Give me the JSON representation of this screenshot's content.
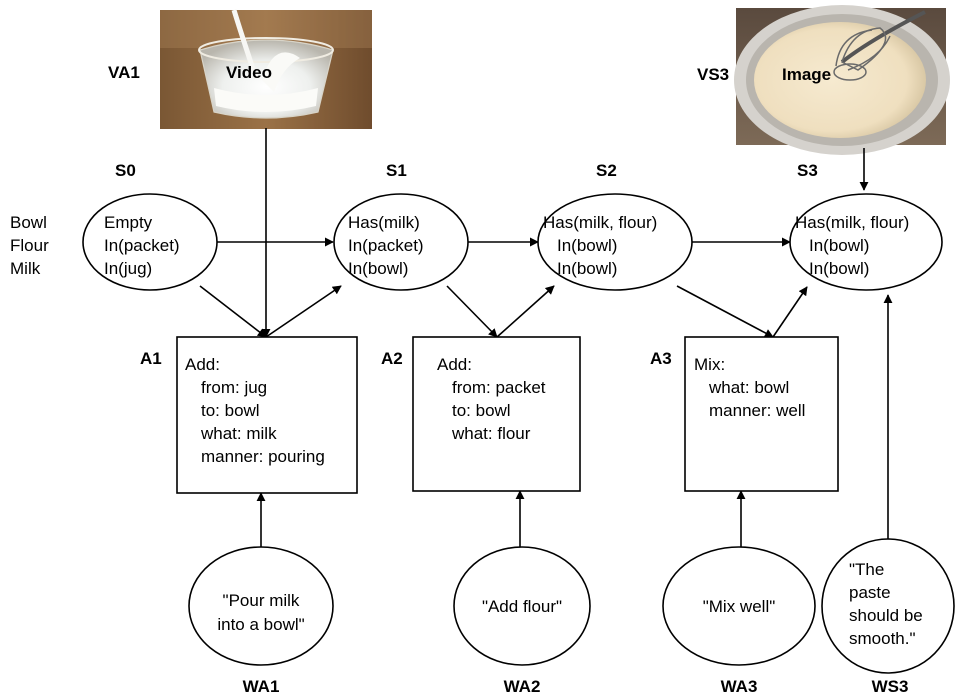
{
  "objects": [
    "Bowl",
    "Flour",
    "Milk"
  ],
  "media": {
    "va1": {
      "id": "VA1",
      "caption": "Video"
    },
    "vs3": {
      "id": "VS3",
      "caption": "Image"
    }
  },
  "states": [
    {
      "id": "S0",
      "lines": [
        "Empty",
        "In(packet)",
        "In(jug)"
      ]
    },
    {
      "id": "S1",
      "lines": [
        "Has(milk)",
        "In(packet)",
        "In(bowl)"
      ]
    },
    {
      "id": "S2",
      "lines": [
        "Has(milk, flour)",
        "In(bowl)",
        "In(bowl)"
      ]
    },
    {
      "id": "S3",
      "lines": [
        "Has(milk, flour)",
        "In(bowl)",
        "In(bowl)"
      ]
    }
  ],
  "actions": [
    {
      "id": "A1",
      "lines": [
        "Add:",
        "from: jug",
        "to: bowl",
        "what: milk",
        "manner: pouring"
      ]
    },
    {
      "id": "A2",
      "lines": [
        "Add:",
        "from: packet",
        "to: bowl",
        "what: flour"
      ]
    },
    {
      "id": "A3",
      "lines": [
        "Mix:",
        "what: bowl",
        "manner: well"
      ]
    }
  ],
  "instructions": [
    {
      "id": "WA1",
      "lines": [
        "\"Pour milk",
        "into a bowl\""
      ]
    },
    {
      "id": "WA2",
      "lines": [
        "\"Add flour\""
      ]
    },
    {
      "id": "WA3",
      "lines": [
        "\"Mix well\""
      ]
    },
    {
      "id": "WS3",
      "lines": [
        "\"The",
        "paste",
        "should be",
        "smooth.\""
      ]
    }
  ],
  "colors": {
    "stroke": "#000000",
    "background": "#ffffff"
  }
}
